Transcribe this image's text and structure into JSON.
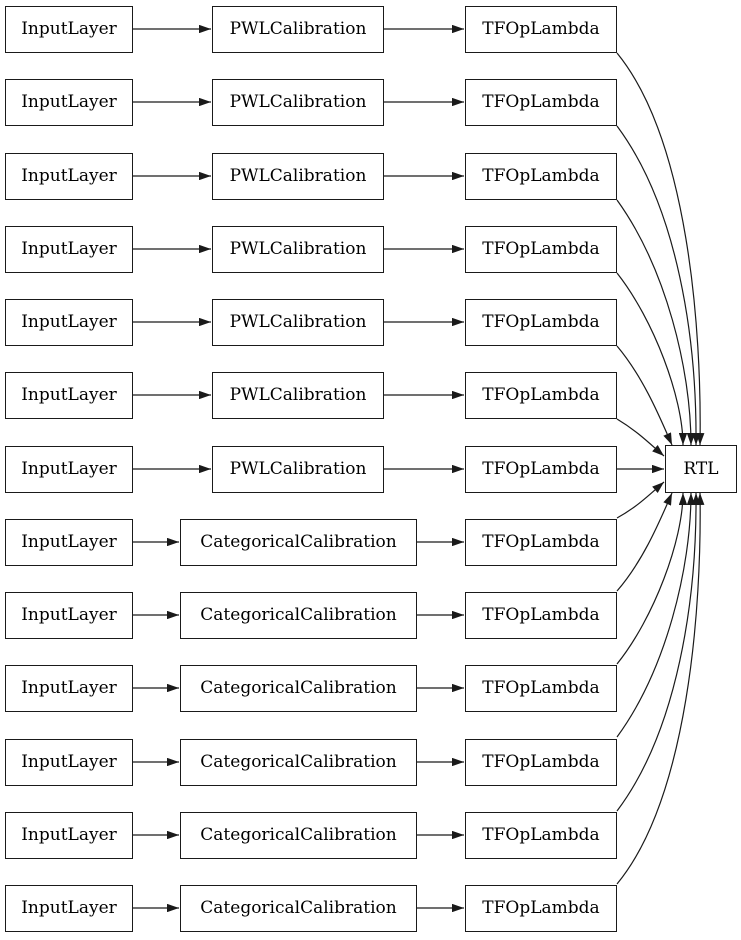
{
  "diagram": {
    "background_color": "#ffffff",
    "line_color": "#1a1a1a",
    "text_color": "#000000",
    "output_label": "RTL",
    "rows": [
      {
        "input": "InputLayer",
        "calibration": "PWLCalibration",
        "lambda": "TFOpLambda"
      },
      {
        "input": "InputLayer",
        "calibration": "PWLCalibration",
        "lambda": "TFOpLambda"
      },
      {
        "input": "InputLayer",
        "calibration": "PWLCalibration",
        "lambda": "TFOpLambda"
      },
      {
        "input": "InputLayer",
        "calibration": "PWLCalibration",
        "lambda": "TFOpLambda"
      },
      {
        "input": "InputLayer",
        "calibration": "PWLCalibration",
        "lambda": "TFOpLambda"
      },
      {
        "input": "InputLayer",
        "calibration": "PWLCalibration",
        "lambda": "TFOpLambda"
      },
      {
        "input": "InputLayer",
        "calibration": "PWLCalibration",
        "lambda": "TFOpLambda"
      },
      {
        "input": "InputLayer",
        "calibration": "CategoricalCalibration",
        "lambda": "TFOpLambda"
      },
      {
        "input": "InputLayer",
        "calibration": "CategoricalCalibration",
        "lambda": "TFOpLambda"
      },
      {
        "input": "InputLayer",
        "calibration": "CategoricalCalibration",
        "lambda": "TFOpLambda"
      },
      {
        "input": "InputLayer",
        "calibration": "CategoricalCalibration",
        "lambda": "TFOpLambda"
      },
      {
        "input": "InputLayer",
        "calibration": "CategoricalCalibration",
        "lambda": "TFOpLambda"
      },
      {
        "input": "InputLayer",
        "calibration": "CategoricalCalibration",
        "lambda": "TFOpLambda"
      }
    ]
  }
}
